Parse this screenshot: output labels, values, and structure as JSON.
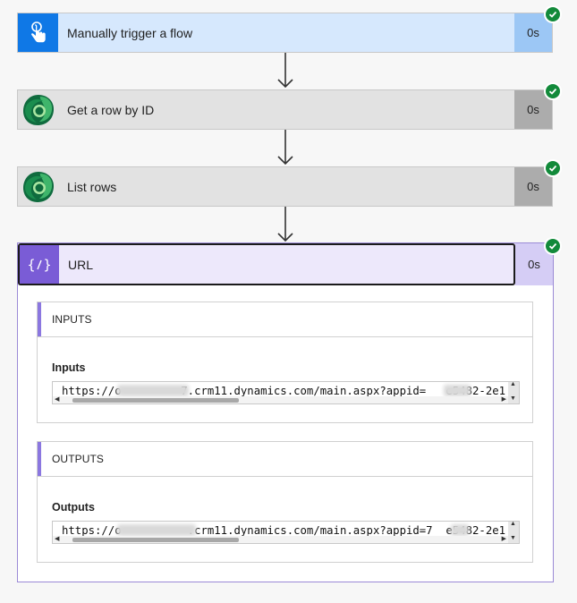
{
  "steps": [
    {
      "title": "Manually trigger a flow",
      "duration": "0s",
      "icon": "touch-icon"
    },
    {
      "title": "Get a row by ID",
      "duration": "0s",
      "icon": "dataverse-icon"
    },
    {
      "title": "List rows",
      "duration": "0s",
      "icon": "dataverse-icon"
    },
    {
      "title": "URL",
      "duration": "0s",
      "icon": "variable-expression-icon"
    }
  ],
  "url_step": {
    "inputs": {
      "header": "INPUTS",
      "label": "Inputs",
      "value": "https://o         7.crm11.dynamics.com/main.aspx?appid=   e5482-2e1"
    },
    "outputs": {
      "header": "OUTPUTS",
      "label": "Outputs",
      "value": "https://o          .crm11.dynamics.com/main.aspx?appid=7  e5482-2e1"
    }
  },
  "status": "succeeded",
  "colors": {
    "trigger_accent": "#0f78e6",
    "variable_accent": "#7a5cd6",
    "success_green": "#128a3a"
  }
}
